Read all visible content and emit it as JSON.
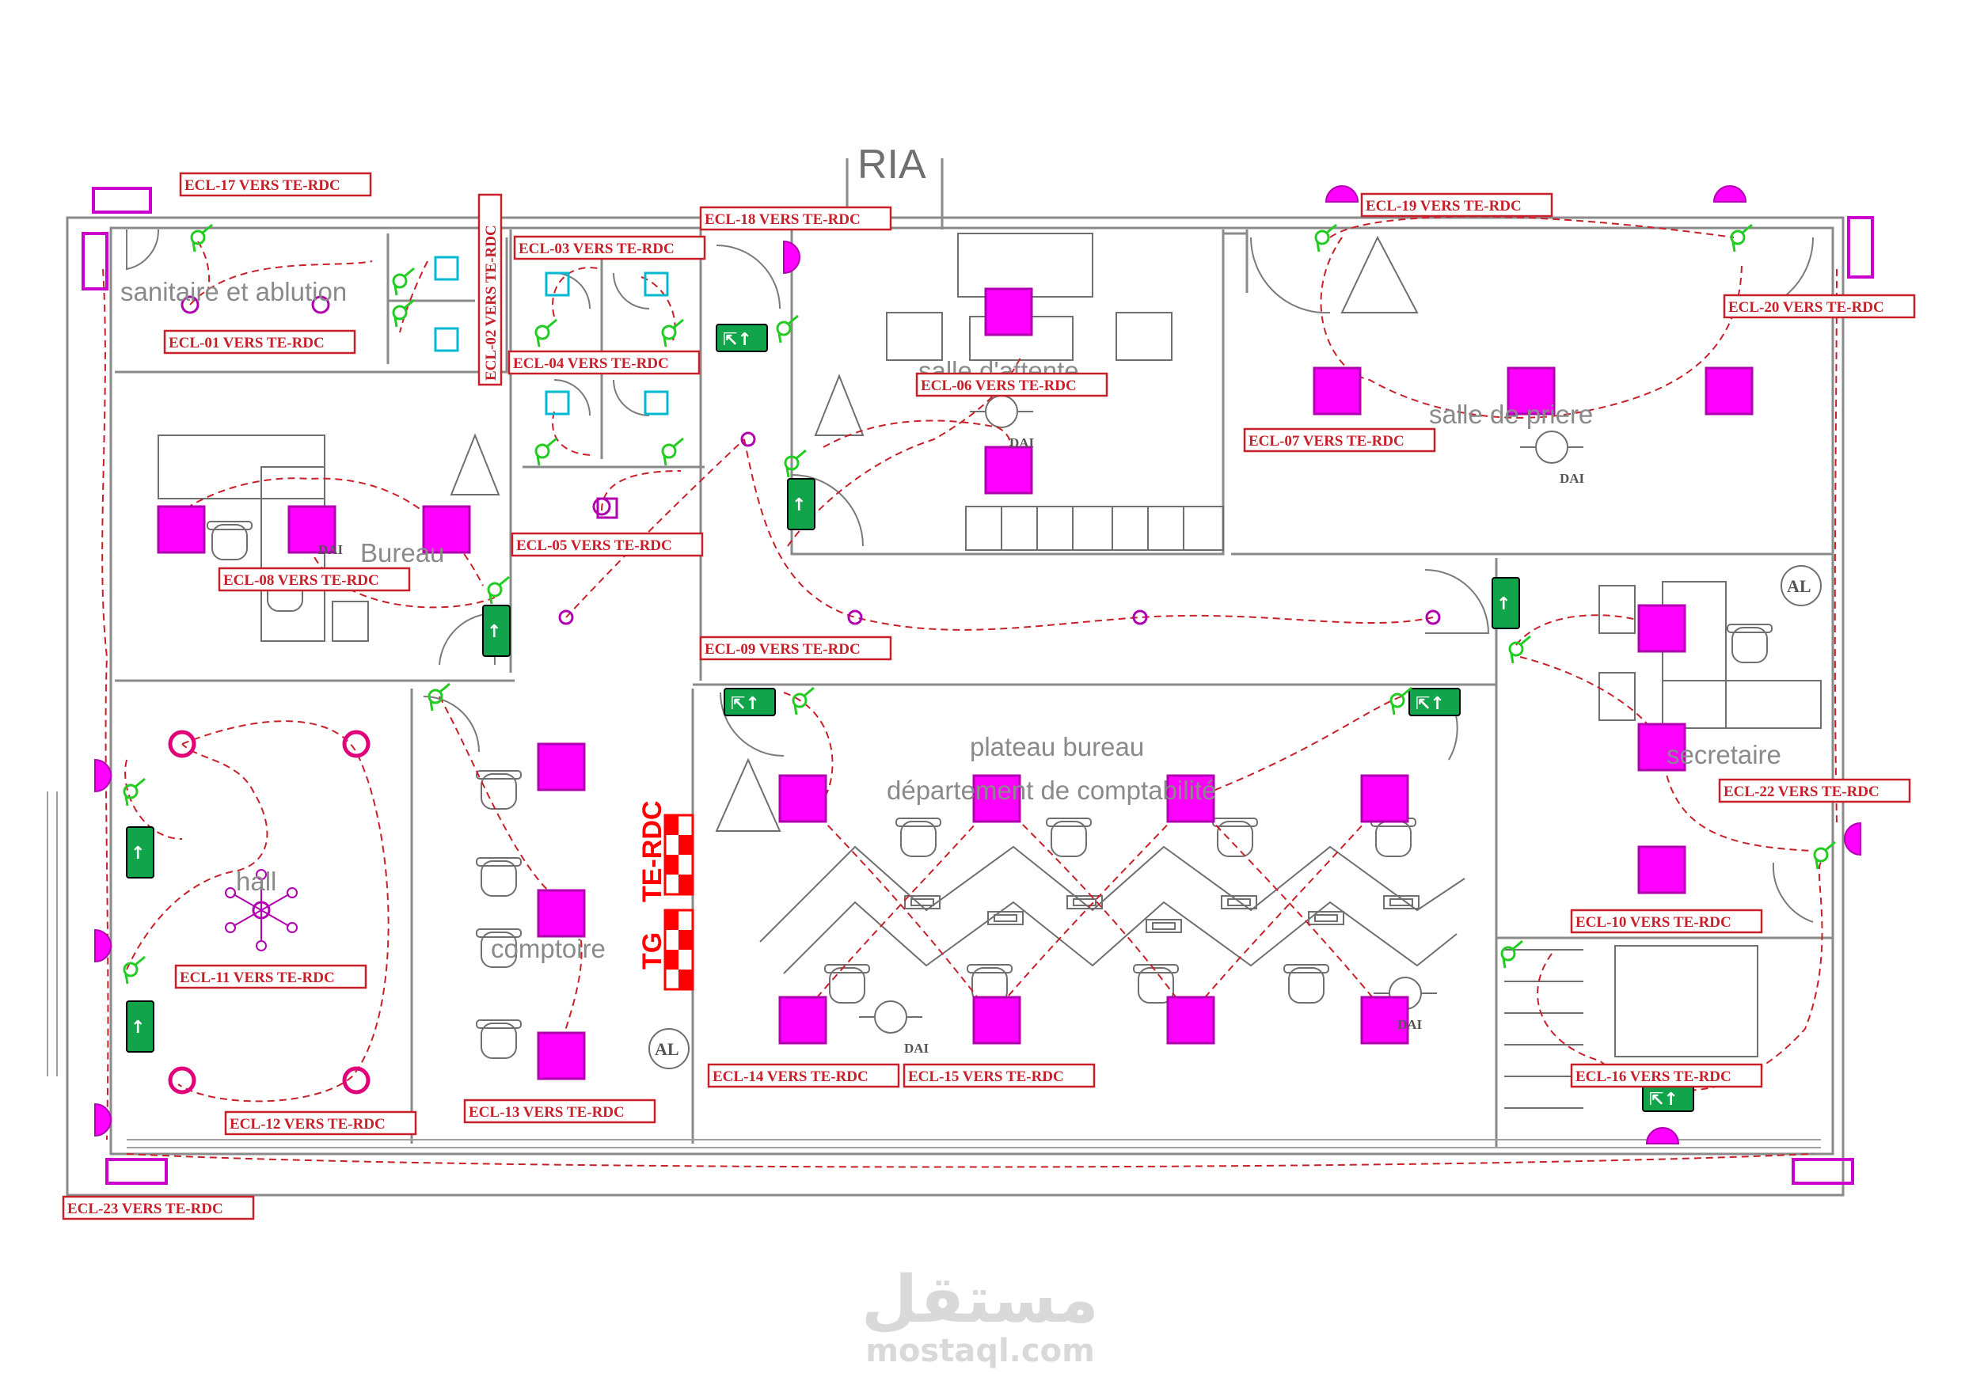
{
  "title_partial": "RIA",
  "colors": {
    "lamp": "#ff00ff",
    "circuit": "#c8202a",
    "exit_sign": "#12a44a",
    "switch": "#22cc22",
    "panel": "#ff0000",
    "wall": "#8a8a8a"
  },
  "rooms": [
    {
      "id": "sanitaire",
      "label": "sanitaire et ablution"
    },
    {
      "id": "bureau",
      "label": "Bureau"
    },
    {
      "id": "hall",
      "label": "hall"
    },
    {
      "id": "comptoire",
      "label": "comptoire"
    },
    {
      "id": "plateau1",
      "label": "plateau bureau"
    },
    {
      "id": "plateau2",
      "label": "département de comptabilité"
    },
    {
      "id": "priere",
      "label": "salle de priere"
    },
    {
      "id": "secretaire",
      "label": "secretaire"
    },
    {
      "id": "salle_attente",
      "label": "salle d'attente"
    }
  ],
  "circuits": [
    "ECL-01 VERS TE-RDC",
    "ECL-02 VERS TE-RDC",
    "ECL-03 VERS TE-RDC",
    "ECL-04 VERS TE-RDC",
    "ECL-05 VERS TE-RDC",
    "ECL-06 VERS TE-RDC",
    "ECL-07 VERS TE-RDC",
    "ECL-08 VERS TE-RDC",
    "ECL-09 VERS TE-RDC",
    "ECL-10 VERS TE-RDC",
    "ECL-11 VERS TE-RDC",
    "ECL-12 VERS TE-RDC",
    "ECL-13 VERS TE-RDC",
    "ECL-14 VERS TE-RDC",
    "ECL-15 VERS TE-RDC",
    "ECL-16 VERS TE-RDC",
    "ECL-17 VERS TE-RDC",
    "ECL-18 VERS TE-RDC",
    "ECL-19 VERS TE-RDC",
    "ECL-20 VERS TE-RDC",
    "ECL-22 VERS TE-RDC",
    "ECL-23 VERS TE-RDC"
  ],
  "panels": {
    "te": "TE-RDC",
    "tg": "TG"
  },
  "codes": {
    "dai": "DAI",
    "al": "AL"
  },
  "icons": [
    "exit-sign-icon",
    "light-switch-icon",
    "ceiling-light-icon",
    "chandelier-icon",
    "smoke-detector-icon",
    "wall-light-icon"
  ],
  "watermark": {
    "arabic": "مستقل",
    "latin": "mostaql.com"
  }
}
